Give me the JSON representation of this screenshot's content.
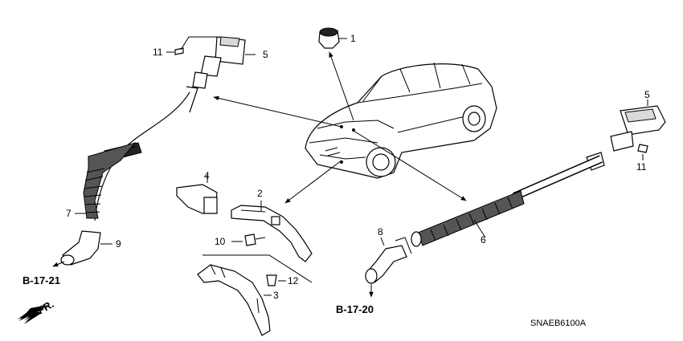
{
  "callouts": {
    "c1": "1",
    "c2": "2",
    "c3": "3",
    "c4": "4",
    "c5a": "5",
    "c5b": "5",
    "c6": "6",
    "c7": "7",
    "c8": "8",
    "c9": "9",
    "c10": "10",
    "c11a": "11",
    "c11b": "11",
    "c12": "12"
  },
  "references": {
    "left_ref": "B-17-21",
    "right_ref": "B-17-20"
  },
  "direction": {
    "label": "FR."
  },
  "diagram_code": "SNAEB6100A",
  "colors": {
    "line": "#000000",
    "background": "#ffffff"
  }
}
